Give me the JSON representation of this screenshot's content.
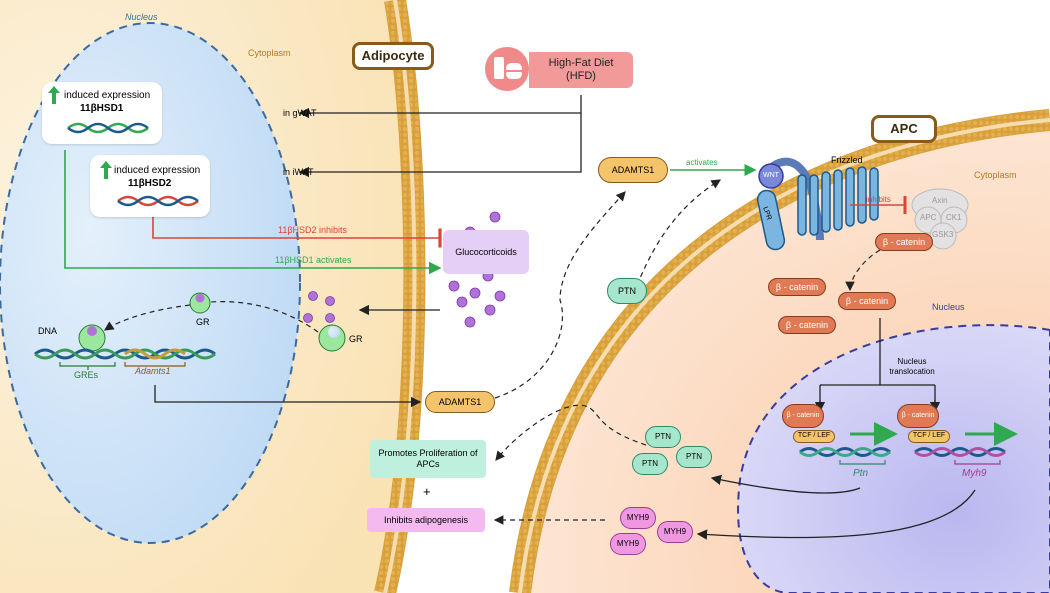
{
  "left_cell": {
    "title": "Adipocyte",
    "nucleus_label": "Nucleus",
    "cytoplasm_label": "Cytoplasm",
    "dna_label": "DNA",
    "gres_label": "GREs",
    "adamts1_gene": "Adamts1",
    "gr_label": "GR",
    "gr_label2": "GR",
    "hsd1": {
      "induced": "induced expression",
      "name": "11βHSD1"
    },
    "hsd2": {
      "induced": "induced expression",
      "name": "11βHSD2"
    },
    "glucocorticoids": "Glucocorticoids",
    "hsd2_inhibits": "11βHSD2 inhibits",
    "hsd1_activates": "11βHSD1 activates",
    "in_gwat": "in gWAT",
    "in_iwat": "in iWAT"
  },
  "diet": {
    "label_line1": "High-Fat Diet",
    "label_line2": "(HFD)"
  },
  "secreted": {
    "adamts1_bottom": "ADAMTS1",
    "adamts1_top": "ADAMTS1",
    "activates": "activates",
    "ptn_single": "PTN"
  },
  "outcomes": {
    "promotes": "Promotes Proliferation of APCs",
    "plus": "+",
    "inhibits": "Inhibits adipogenesis"
  },
  "right_cell": {
    "title": "APC",
    "cytoplasm_label": "Cytoplasm",
    "nucleus_label": "Nucleus",
    "frizzled": "Frizzled",
    "wnt": "WNT",
    "lpr": "LPR",
    "inhibits": "inhibits",
    "complex": [
      "Axin",
      "APC",
      "CK1",
      "GSK3"
    ],
    "beta_catenin": "β - catenin",
    "nucleus_translocation": "Nucleus translocation",
    "tcf_lef": "TCF / LEF",
    "ptn_gene": "Ptn",
    "myh9_gene": "Myh9",
    "ptn": "PTN",
    "myh9": "MYH9"
  },
  "colors": {
    "membrane": "#e8c070",
    "left_cytoplasm": "#fbeccb",
    "left_nucleus": "#cfe3f8",
    "right_cytoplasm": "#fbd5b8",
    "right_nucleus": "#c9c8f2",
    "green_arrow": "#2fa84f",
    "red_arrow": "#d9453a",
    "glucocorticoid": "#b071d8"
  }
}
